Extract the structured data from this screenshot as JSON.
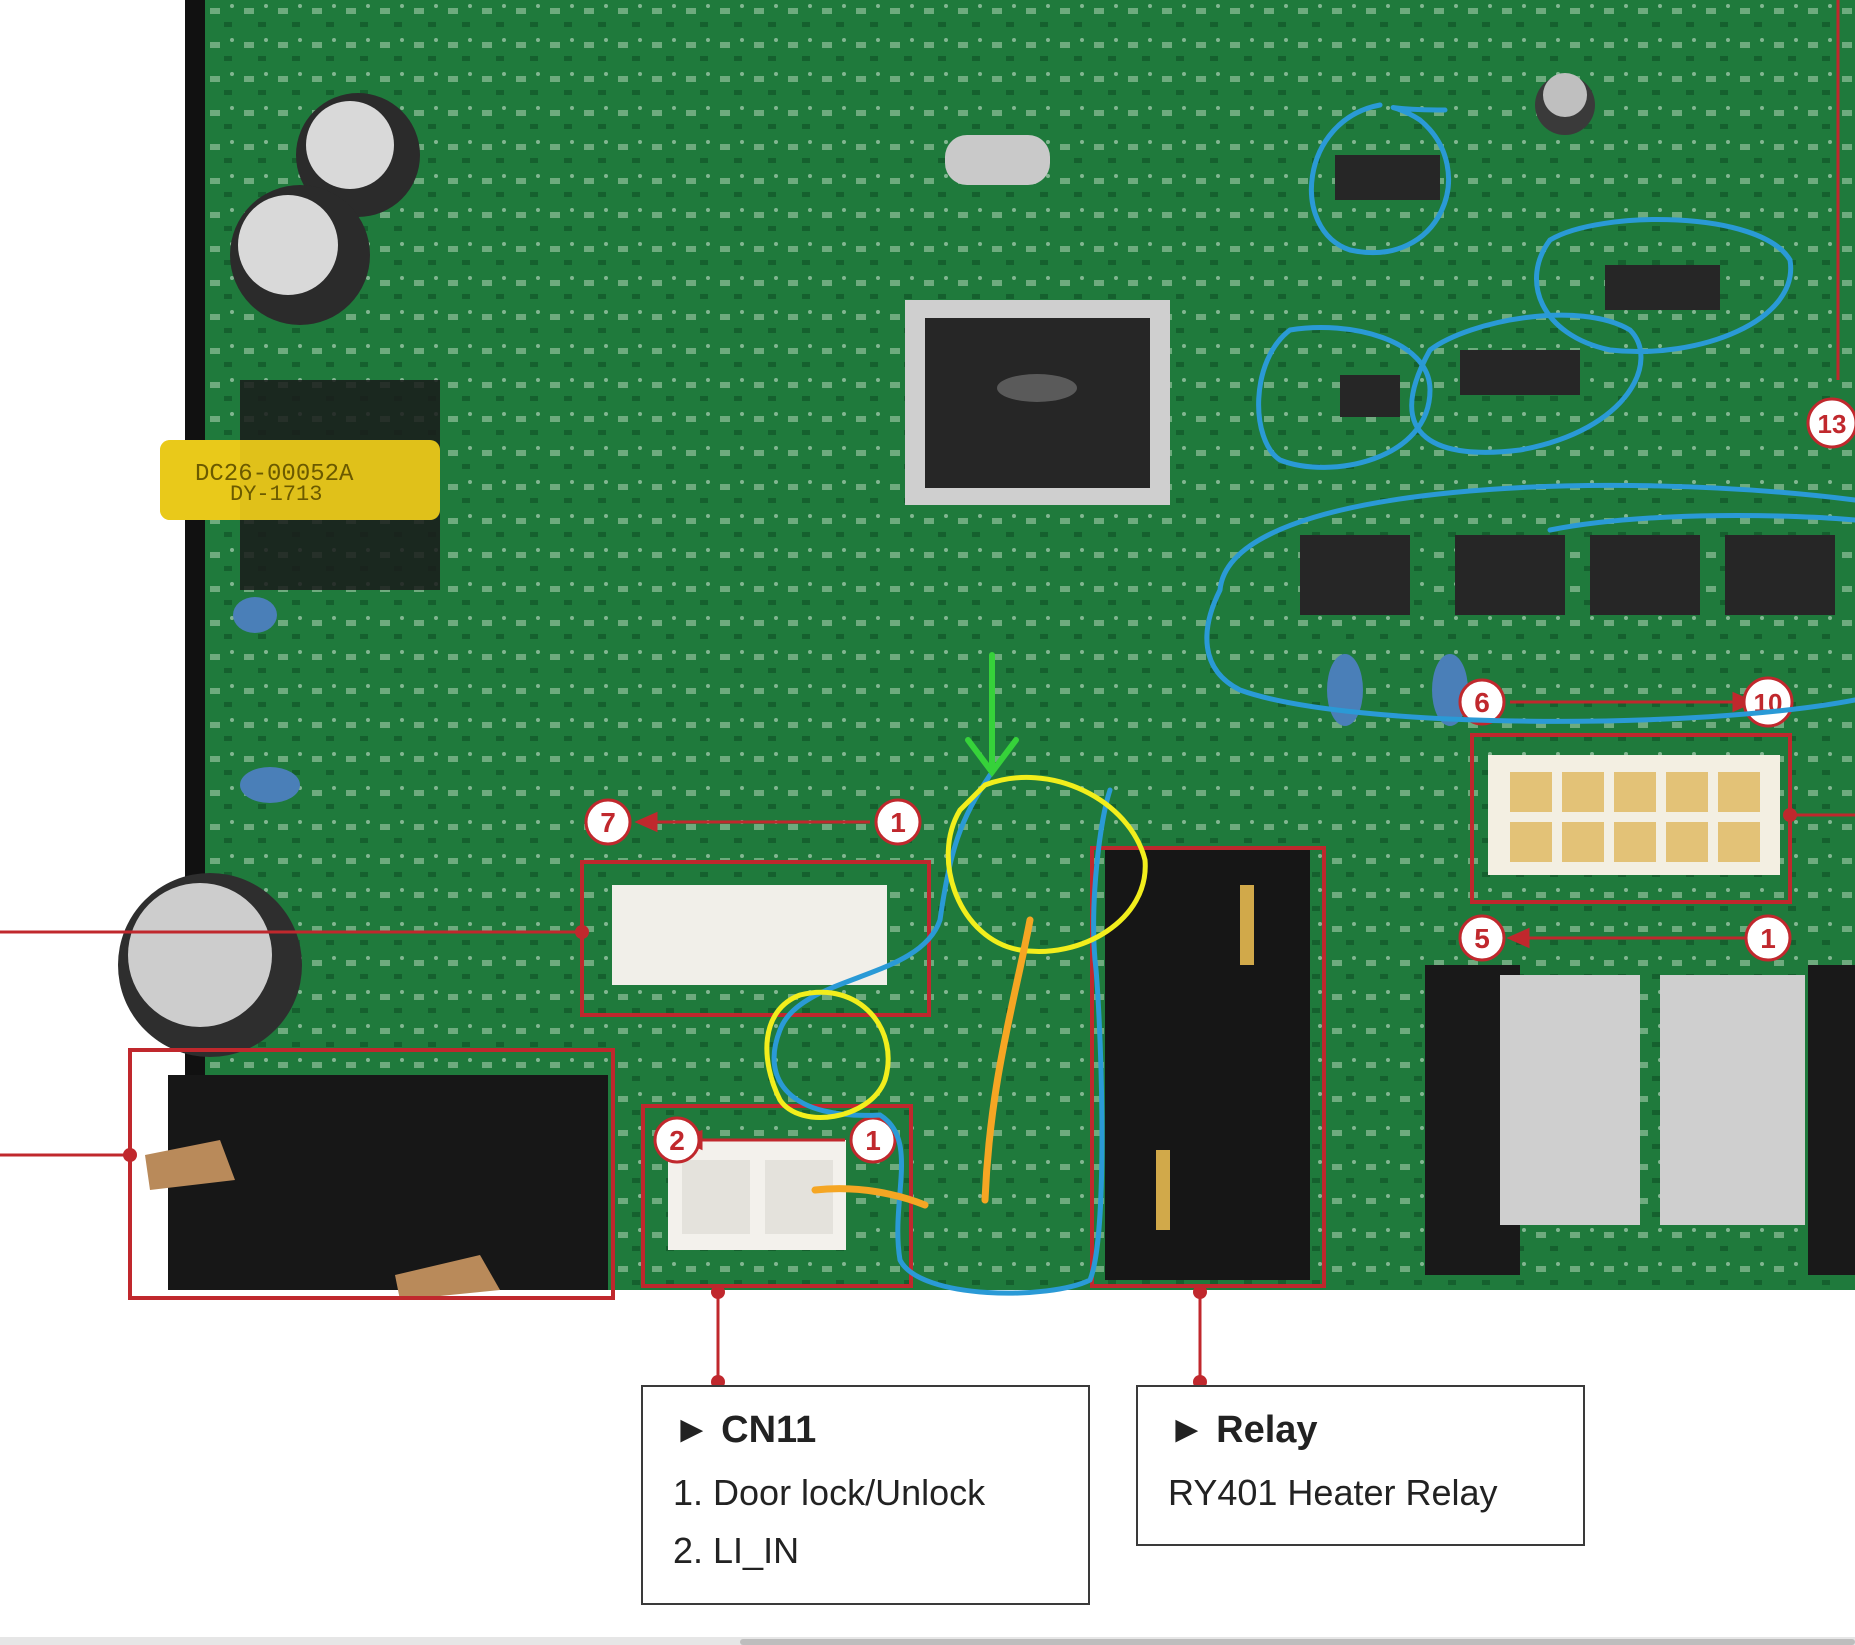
{
  "colors": {
    "pcb": "#1f7a3c",
    "callout_red": "#c0282d",
    "marker_blue": "#2a9ad6",
    "marker_yellow": "#f2ee1c",
    "marker_orange": "#f5a623",
    "marker_green": "#36d23a"
  },
  "board": {
    "transformer_label": "DC26-00052A",
    "transformer_sub": "DY-1713"
  },
  "markers": [
    "7",
    "1",
    "2",
    "1",
    "6",
    "10",
    "5",
    "1",
    "13"
  ],
  "callouts": {
    "cn11": {
      "title": "► CN11",
      "lines": [
        "1. Door lock/Unlock",
        "2. LI_IN"
      ]
    },
    "relay": {
      "title": "► Relay",
      "lines": [
        "RY401 Heater Relay"
      ]
    }
  }
}
